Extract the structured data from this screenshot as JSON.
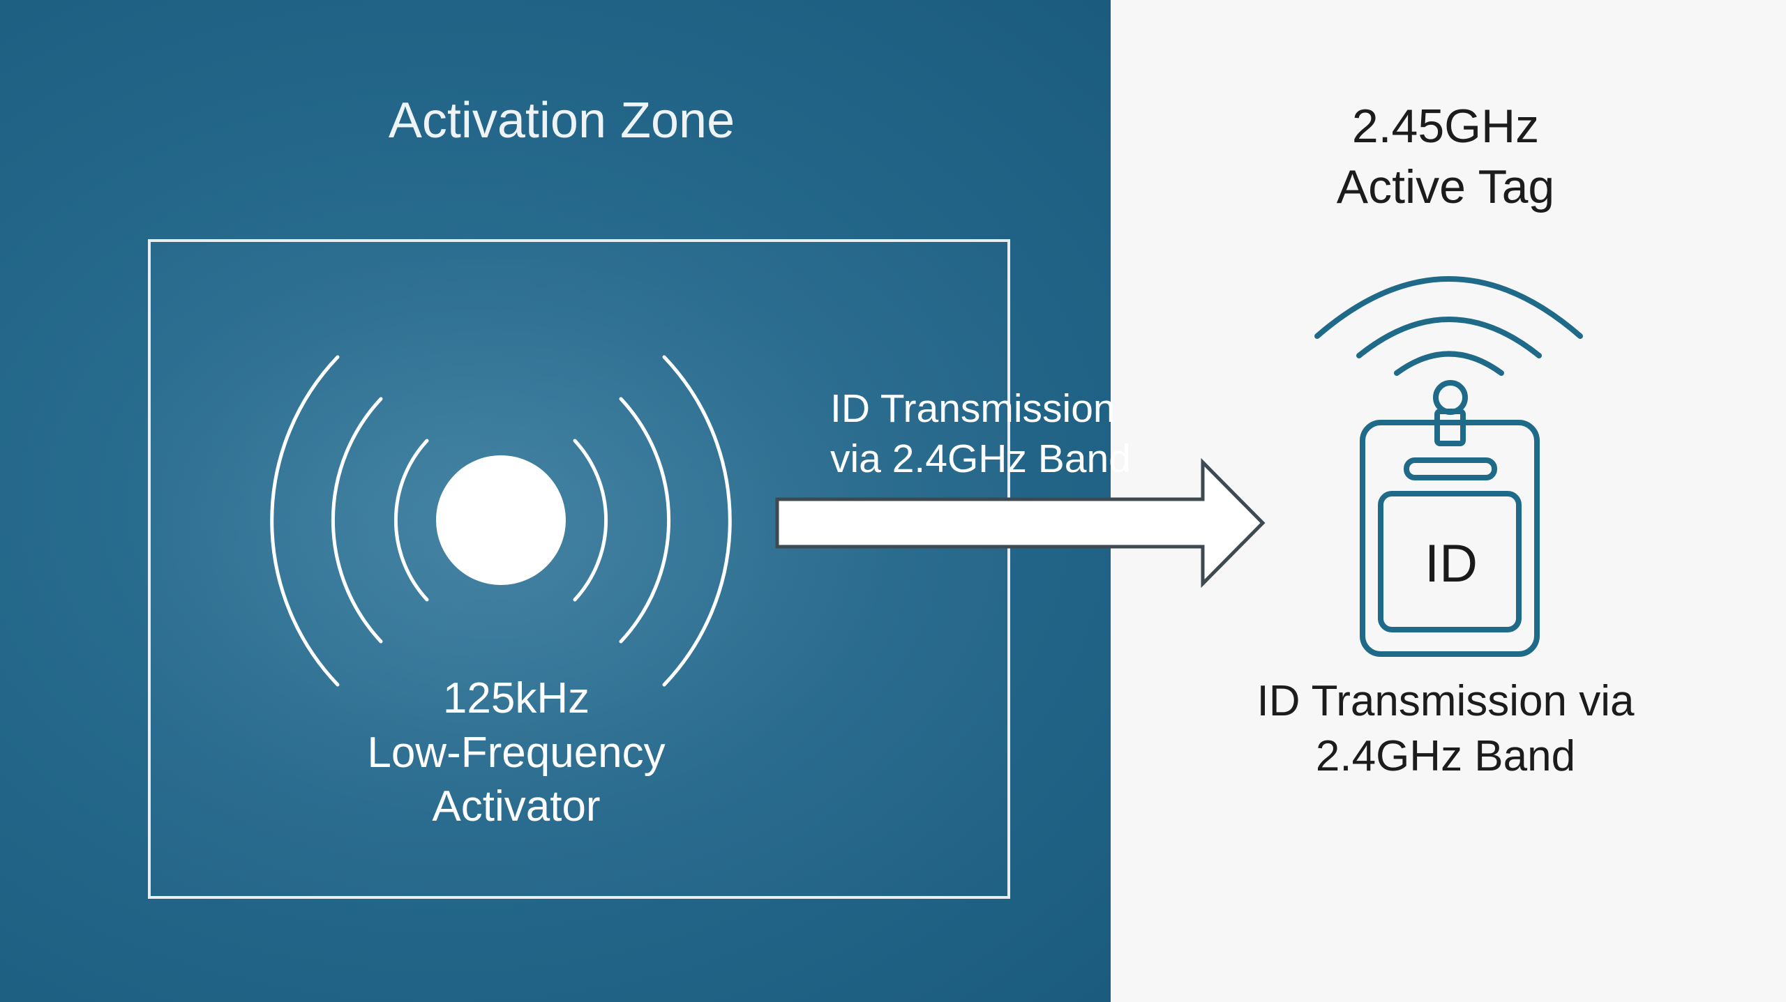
{
  "left_zone": {
    "title": "Activation Zone",
    "activator_label_lines": [
      "125kHz",
      "Low-Frequency",
      "Activator"
    ]
  },
  "arrow": {
    "label_lines": [
      "ID Transmission",
      "via 2.4GHz Band"
    ]
  },
  "right_zone": {
    "title_lines": [
      "2.45GHz",
      "Active Tag"
    ],
    "badge_text": "ID",
    "label_lines": [
      "ID Transmission via",
      "2.4GHz Band"
    ]
  },
  "icons": {
    "activator": "radio-wave-emitter-icon",
    "tag": "id-badge-icon",
    "tag_signal": "wifi-signal-icon"
  },
  "colors": {
    "left_panel": "#236689",
    "right_panel": "#f7f7f7",
    "tag_stroke": "#1f6a88",
    "activator_white": "#ffffff"
  }
}
